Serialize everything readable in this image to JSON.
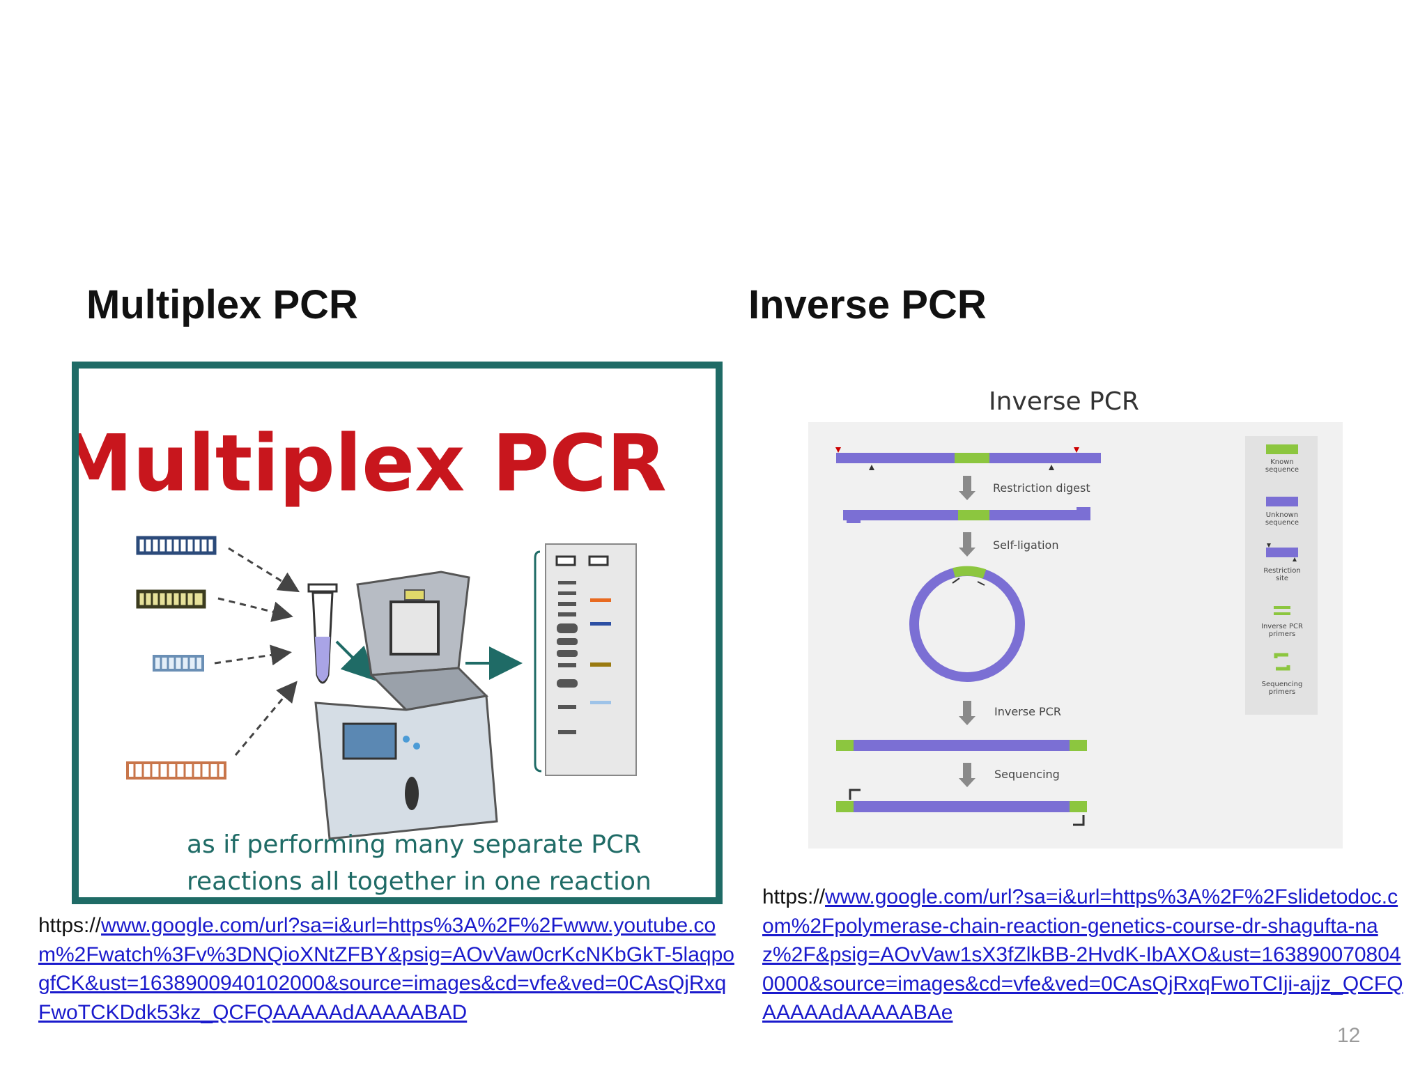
{
  "headings": {
    "left": "Multiplex PCR",
    "right": "Inverse PCR"
  },
  "multiplex_figure": {
    "title": "Multiplex PCR",
    "caption_line1": "as if performing many separate PCR",
    "caption_line2": "reactions all together in one reaction",
    "frame_color": "#1f6b66",
    "title_color": "#c8161d"
  },
  "inverse_figure": {
    "title": "Inverse PCR",
    "steps": [
      "Restriction digest",
      "Self-ligation",
      "Inverse PCR",
      "Sequencing"
    ],
    "legend": {
      "known": [
        "Known",
        "sequence"
      ],
      "unknown": [
        "Unknown",
        "sequence"
      ],
      "restriction": [
        "Restriction",
        "site"
      ],
      "inverse_primers": [
        "Inverse PCR",
        "primers"
      ],
      "sequencing_primers": [
        "Sequencing",
        "primers"
      ]
    },
    "colors": {
      "known": "#8cc63f",
      "unknown": "#7b6fd4"
    }
  },
  "sources": {
    "left": {
      "prefix": "https://",
      "link": "www.google.com/url?sa=i&url=https%3A%2F%2Fwww.youtube.com%2Fwatch%3Fv%3DNQioXNtZFBY&psig=AOvVaw0crKcNKbGkT-5laqpogfCK&ust=1638900940102000&source=images&cd=vfe&ved=0CAsQjRxqFwoTCKDdk53kz_QCFQAAAAAdAAAAABAD"
    },
    "right": {
      "prefix": "https://",
      "link": "www.google.com/url?sa=i&url=https%3A%2F%2Fslidetodoc.com%2Fpolymerase-chain-reaction-genetics-course-dr-shagufta-naz%2F&psig=AOvVaw1sX3fZlkBB-2HvdK-IbAXO&ust=1638900708040000&source=images&cd=vfe&ved=0CAsQjRxqFwoTCIji-ajjz_QCFQAAAAAdAAAAABAe"
    }
  },
  "slide_number": "12"
}
